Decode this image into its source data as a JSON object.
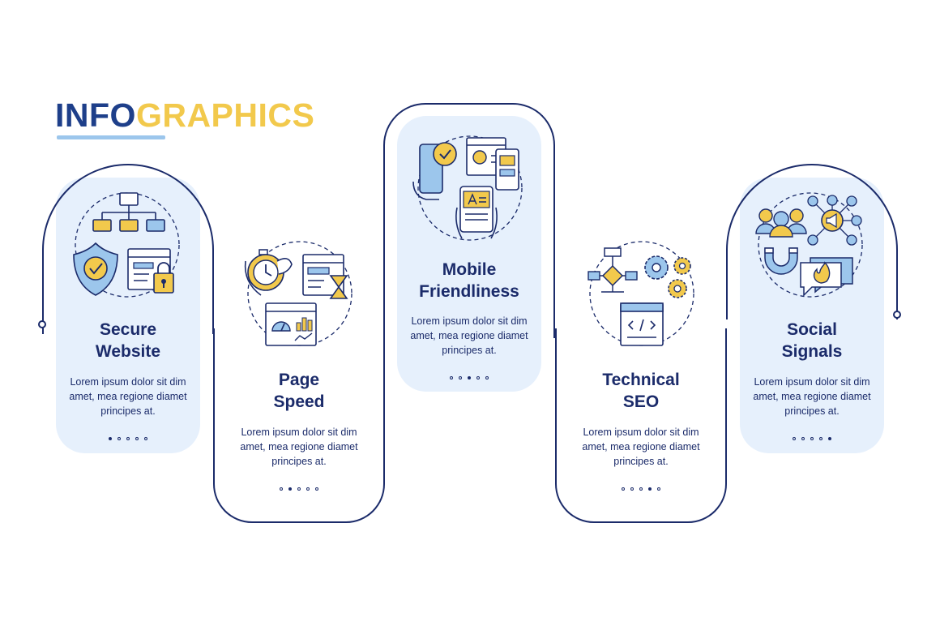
{
  "title": {
    "part1": "INFO",
    "part2": "GRAPHICS"
  },
  "colors": {
    "navy": "#1b2b6a",
    "title_blue": "#1e3f8a",
    "accent_yellow": "#f2c94c",
    "card_fill": "#e6f0fc",
    "icon_blue": "#9cc6ec"
  },
  "steps": [
    {
      "title_line1": "Secure",
      "title_line2": "Website",
      "icon": "secure-website-icon",
      "desc_line1": "Lorem ipsum dolor sit dim",
      "desc_line2": "amet, mea regione diamet",
      "desc_line3": "principes at.",
      "active_dot": 1
    },
    {
      "title_line1": "Page",
      "title_line2": "Speed",
      "icon": "page-speed-icon",
      "desc_line1": "Lorem ipsum dolor sit dim",
      "desc_line2": "amet, mea regione diamet",
      "desc_line3": "principes at.",
      "active_dot": 2
    },
    {
      "title_line1": "Mobile",
      "title_line2": "Friendliness",
      "icon": "mobile-friendliness-icon",
      "desc_line1": "Lorem ipsum dolor sit dim",
      "desc_line2": "amet, mea regione diamet",
      "desc_line3": "principes at.",
      "active_dot": 3
    },
    {
      "title_line1": "Technical",
      "title_line2": "SEO",
      "icon": "technical-seo-icon",
      "desc_line1": "Lorem ipsum dolor sit dim",
      "desc_line2": "amet, mea regione diamet",
      "desc_line3": "principes at.",
      "active_dot": 4
    },
    {
      "title_line1": "Social",
      "title_line2": "Signals",
      "icon": "social-signals-icon",
      "desc_line1": "Lorem ipsum dolor sit dim",
      "desc_line2": "amet, mea regione diamet",
      "desc_line3": "principes at.",
      "active_dot": 5
    }
  ]
}
